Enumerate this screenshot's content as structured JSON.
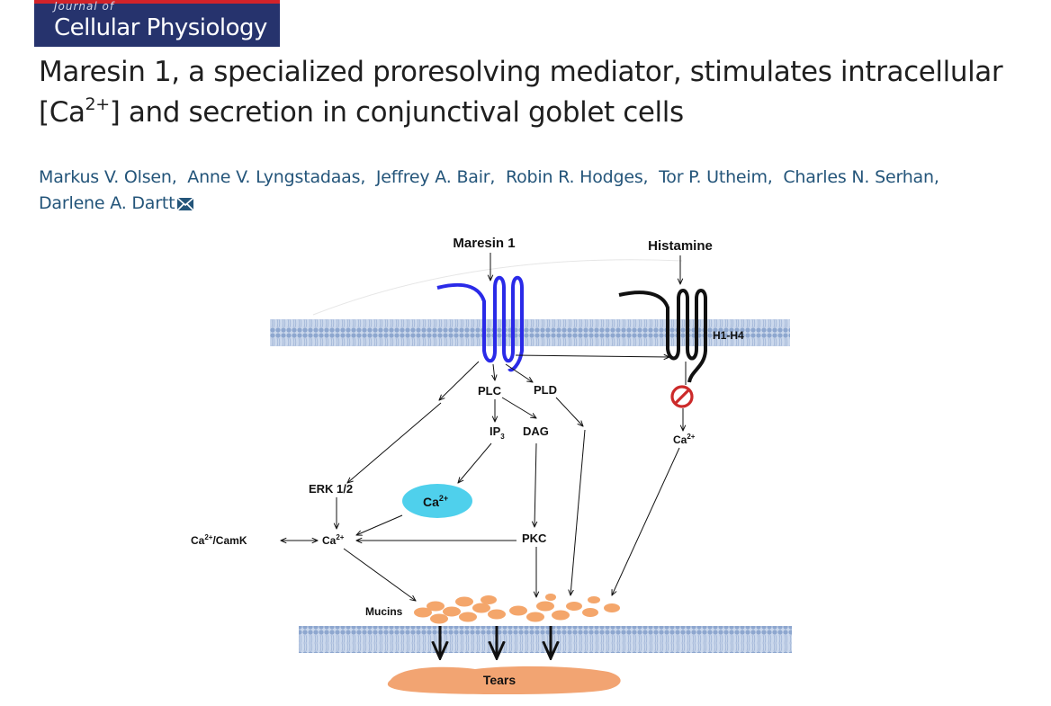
{
  "journal": {
    "kicker": "Journal of",
    "name": "Cellular Physiology",
    "colors": {
      "banner": "#26336d",
      "stripe": "#d2232a"
    }
  },
  "article": {
    "title_part1": "Maresin 1, a specialized proresolving mediator, stimulates intracellular [Ca",
    "title_sup": "2+",
    "title_part2": "] and secretion in conjunctival goblet cells",
    "authors": [
      "Markus V. Olsen,",
      "Anne V. Lyngstadaas,",
      "Jeffrey A. Bair,",
      "Robin R. Hodges,",
      "Tor P. Utheim,",
      "Charles N. Serhan,",
      "Darlene A. Dartt"
    ],
    "corresponding_icon": "envelope-icon",
    "author_color": "#24557a"
  },
  "figure": {
    "labels": {
      "maresin": "Maresin 1",
      "histamine": "Histamine",
      "h_receptors": "H1-H4",
      "plc": "PLC",
      "pld": "PLD",
      "ip3": "IP",
      "ip3_sub": "3",
      "dag": "DAG",
      "ca_histamine": "Ca",
      "erk": "ERK 1/2",
      "ca_store": "Ca",
      "camk_pre": "Ca",
      "camk_post": "/CamK",
      "ca_center": "Ca",
      "pkc": "PKC",
      "mucins": "Mucins",
      "tears": "Tears",
      "sup_ca": "2+"
    },
    "icons": {
      "block": "no-entry-icon"
    },
    "colors": {
      "mares_receptor": "#2a2ae8",
      "histamine_receptor": "#111111",
      "membrane": "#b3c7e3",
      "ca_store": "#4fd0ec",
      "mucin": "#f4a66b",
      "tears": "#f2a472",
      "block": "#cc2a2a"
    }
  }
}
